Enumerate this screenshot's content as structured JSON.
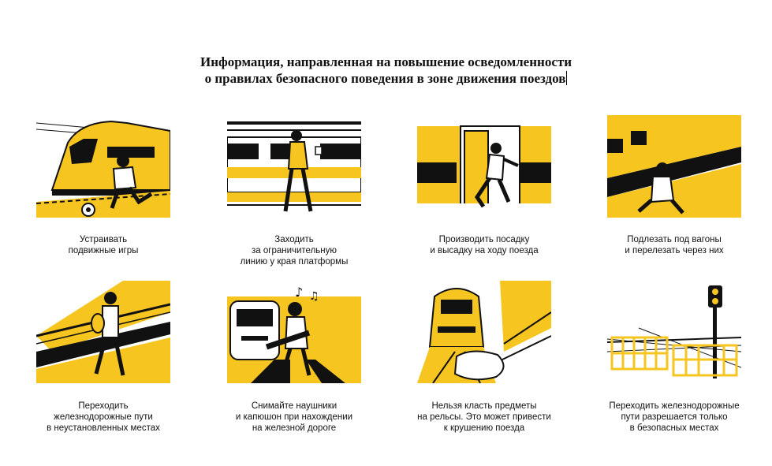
{
  "title": {
    "line1": "Информация, направленная на повышение осведомленности",
    "line2": "о правилах безопасного поведения в зоне движения поездов"
  },
  "colors": {
    "yellow": "#f7c520",
    "black": "#111111"
  },
  "items": [
    {
      "icon": "kid-playing-ball-near-train-icon",
      "lines": [
        "Устраивать",
        "подвижные игры"
      ]
    },
    {
      "icon": "woman-crossing-platform-line-icon",
      "lines": [
        "Заходить",
        "за ограничительную",
        "линию у края платформы"
      ]
    },
    {
      "icon": "person-jumping-off-moving-train-icon",
      "lines": [
        "Производить посадку",
        "и высадку на ходу поезда"
      ]
    },
    {
      "icon": "person-crawling-under-wagon-icon",
      "lines": [
        "Подлезать под вагоны",
        "и перелезать через них"
      ]
    },
    {
      "icon": "person-walking-on-tracks-icon",
      "lines": [
        "Переходить",
        "железнодорожные пути",
        "в неустановленных местах"
      ]
    },
    {
      "icon": "person-with-headphones-on-tracks-icon",
      "lines": [
        "Снимайте наушники",
        "и капюшон при нахождении",
        "на железной дороге"
      ]
    },
    {
      "icon": "objects-on-rails-icon",
      "lines": [
        "Нельзя класть предметы",
        "на рельсы. Это может привести",
        "к крушению поезда"
      ]
    },
    {
      "icon": "safe-crossing-traffic-light-icon",
      "lines": [
        "Переходить железнодорожные",
        "пути разрешается только",
        "в безопасных местах"
      ]
    }
  ]
}
